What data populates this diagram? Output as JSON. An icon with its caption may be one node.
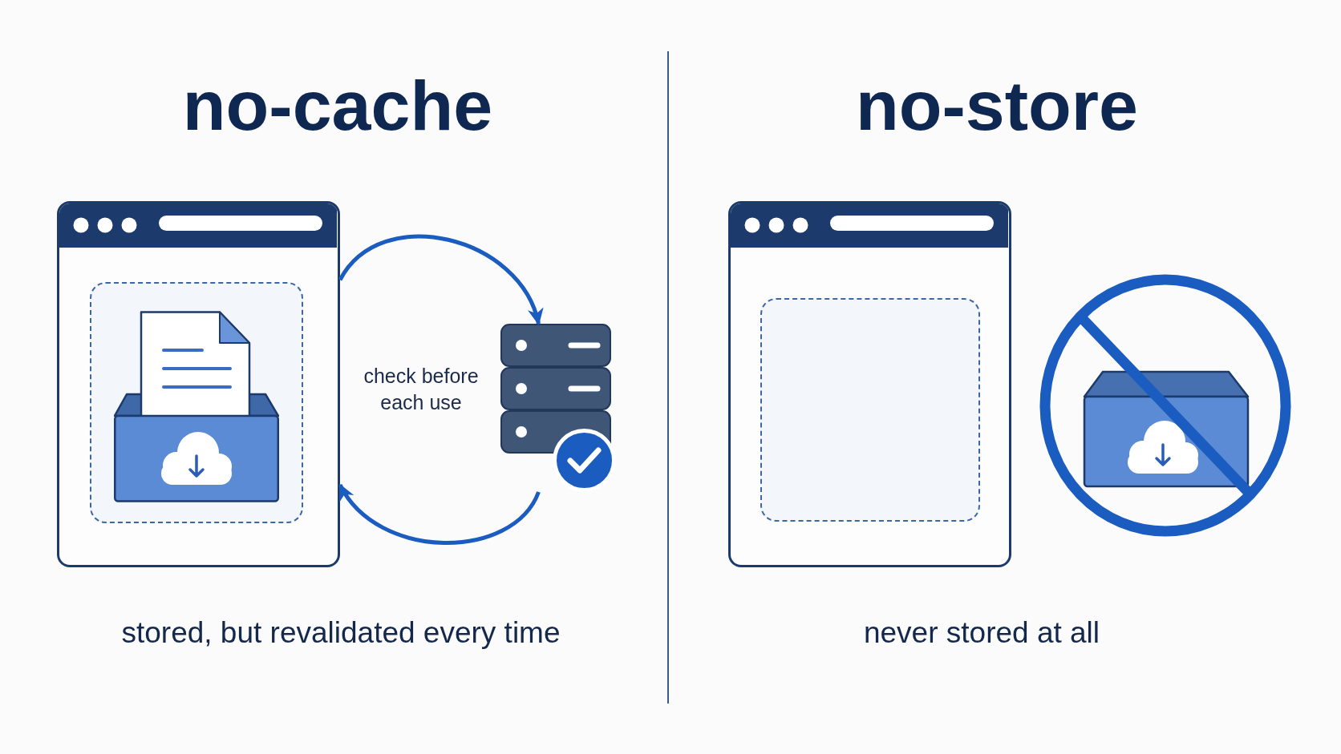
{
  "diagram": {
    "nodes": [
      {
        "text": [],
        "shape": "window"
      },
      {
        "text": [],
        "shape": "box",
        "in": 0
      },
      {
        "text": [],
        "shape": "server"
      },
      {
        "text": [],
        "shape": "window"
      },
      {
        "text": [],
        "shape": "box",
        "in": 3
      }
    ],
    "edges": [
      {
        "from": 0,
        "to": 2,
        "arrow": "to"
      },
      {
        "from": 2,
        "to": 0,
        "arrow": "to"
      }
    ],
    "labels": [
      "no-cache",
      "no-store",
      "check before each use",
      "stored, but revalidated every time",
      "never stored at all"
    ]
  }
}
